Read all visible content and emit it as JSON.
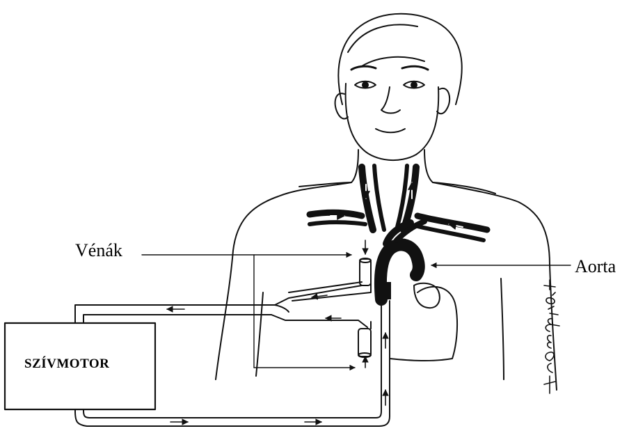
{
  "labels": {
    "venak": "Vénák",
    "aorta": "Aorta",
    "motor": "SZÍVMOTOR"
  },
  "signature": "Kromplák",
  "colors": {
    "ink": "#111111",
    "background": "#ffffff"
  }
}
